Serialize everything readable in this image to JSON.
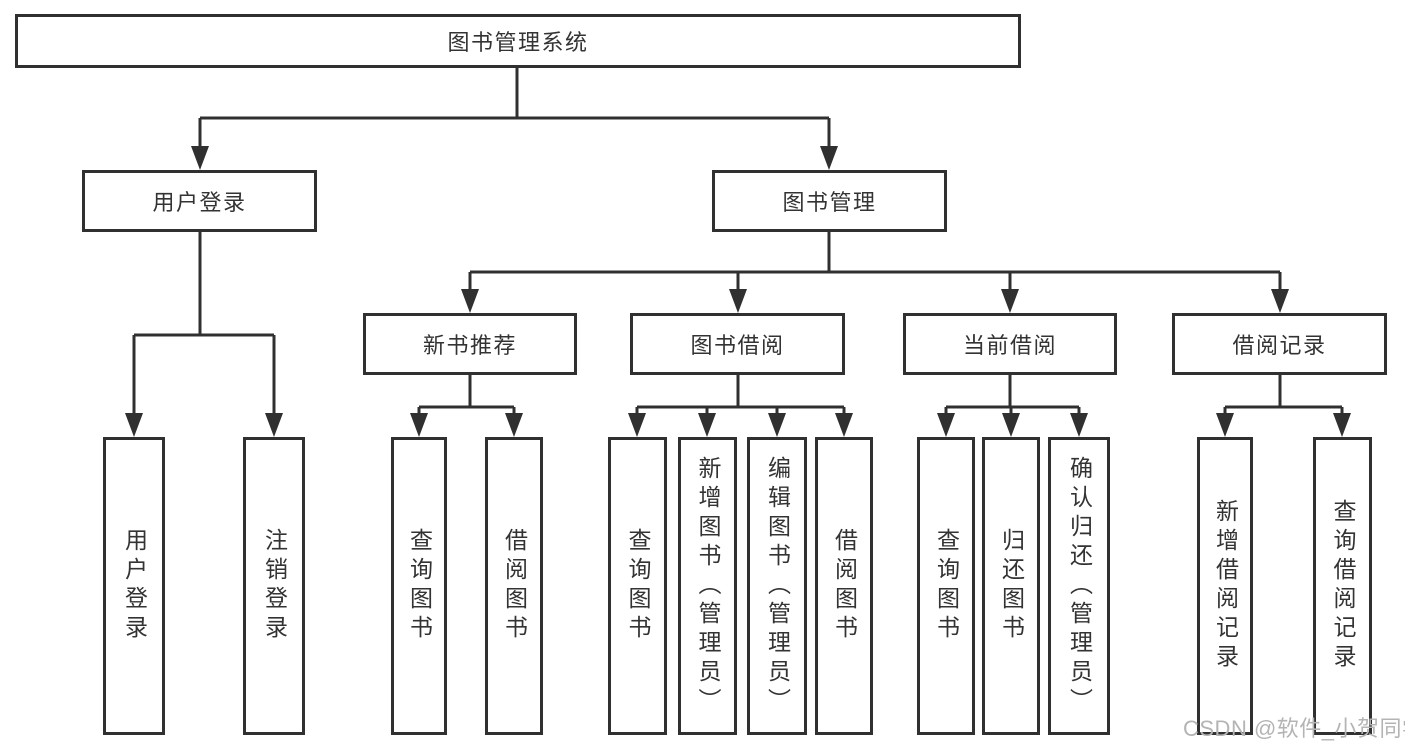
{
  "diagram": {
    "root": {
      "label": "图书管理系统"
    },
    "level2": [
      {
        "label": "用户登录",
        "children": [
          {
            "label": "用户登录"
          },
          {
            "label": "注销登录"
          }
        ]
      },
      {
        "label": "图书管理",
        "children": [
          {
            "label": "新书推荐",
            "children": [
              {
                "label": "查询图书"
              },
              {
                "label": "借阅图书"
              }
            ]
          },
          {
            "label": "图书借阅",
            "children": [
              {
                "label": "查询图书"
              },
              {
                "label": "新增图书（管理员）"
              },
              {
                "label": "编辑图书（管理员）"
              },
              {
                "label": "借阅图书"
              }
            ]
          },
          {
            "label": "当前借阅",
            "children": [
              {
                "label": "查询图书"
              },
              {
                "label": "归还图书"
              },
              {
                "label": "确认归还（管理员）"
              }
            ]
          },
          {
            "label": "借阅记录",
            "children": [
              {
                "label": "新增借阅记录"
              },
              {
                "label": "查询借阅记录"
              }
            ]
          }
        ]
      }
    ]
  },
  "watermark": {
    "text": "CSDN @软件_小贺同学"
  },
  "colors": {
    "line": "#303030",
    "text": "#333333",
    "watermark": "#b4b4b4",
    "background": "#ffffff"
  }
}
